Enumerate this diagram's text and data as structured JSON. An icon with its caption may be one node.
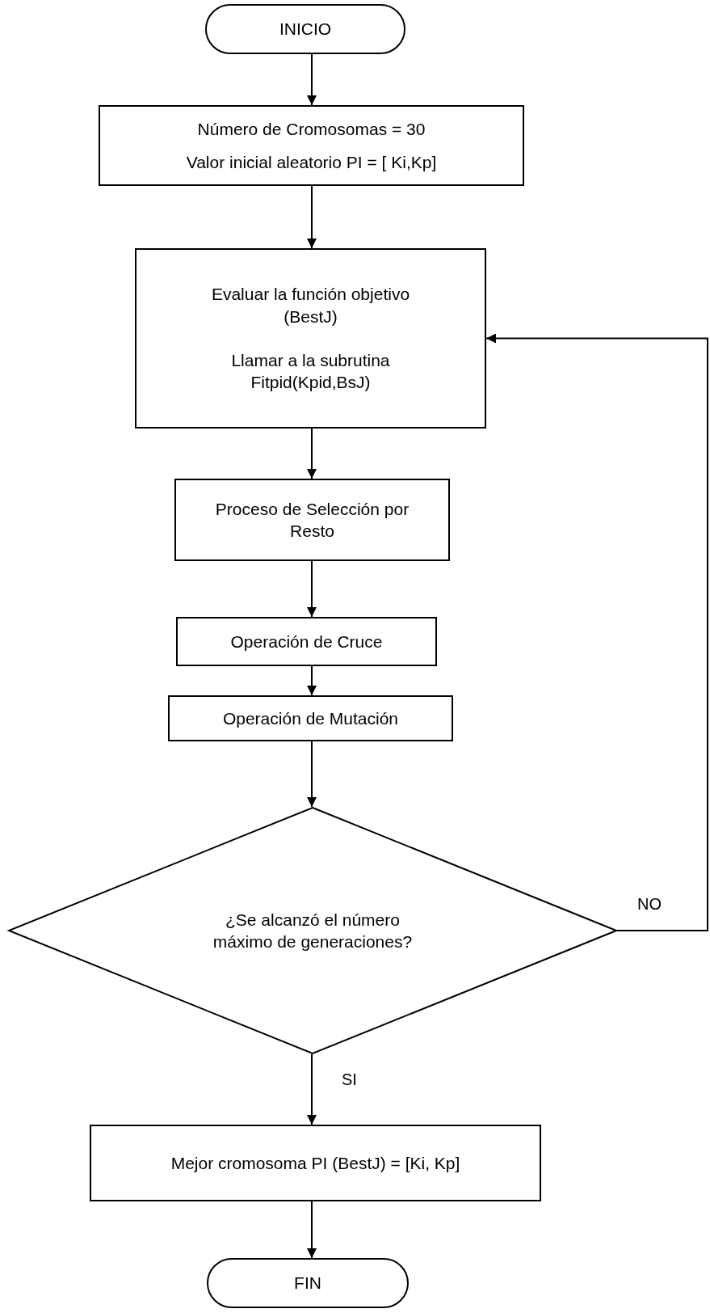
{
  "diagram": {
    "nodes": [
      {
        "text": [
          "INICIO"
        ]
      },
      {
        "text": [
          "Número de Cromosomas = 30",
          "Valor inicial aleatorio PI = [ Ki,Kp]"
        ]
      },
      {
        "text": [
          "Evaluar la función objetivo (BestJ)",
          "Llamar a la subrutina Fitpid(Kpid,BsJ)"
        ]
      },
      {
        "text": [
          "Proceso de Selección por Resto"
        ]
      },
      {
        "text": [
          "Operación de Cruce"
        ]
      },
      {
        "text": [
          "Operación de Mutación"
        ]
      },
      {
        "text": [
          "¿Se alcanzó el número máximo de generaciones?"
        ]
      },
      {
        "text": [
          "Mejor cromosoma PI (BestJ) = [Ki, Kp]"
        ]
      },
      {
        "text": [
          "FIN"
        ]
      }
    ],
    "edges": [
      {
        "from": 0,
        "to": 1,
        "arrow": "to"
      },
      {
        "from": 1,
        "to": 2,
        "arrow": "to"
      },
      {
        "from": 2,
        "to": 3,
        "arrow": "to"
      },
      {
        "from": 3,
        "to": 4,
        "arrow": "to"
      },
      {
        "from": 4,
        "to": 5,
        "arrow": "to"
      },
      {
        "from": 5,
        "to": 6,
        "arrow": "to"
      },
      {
        "from": 6,
        "to": 7,
        "arrow": "to",
        "label": "SI"
      },
      {
        "from": 7,
        "to": 8,
        "arrow": "to"
      },
      {
        "from": 6,
        "to": 2,
        "arrow": "to",
        "label": "NO"
      }
    ]
  }
}
